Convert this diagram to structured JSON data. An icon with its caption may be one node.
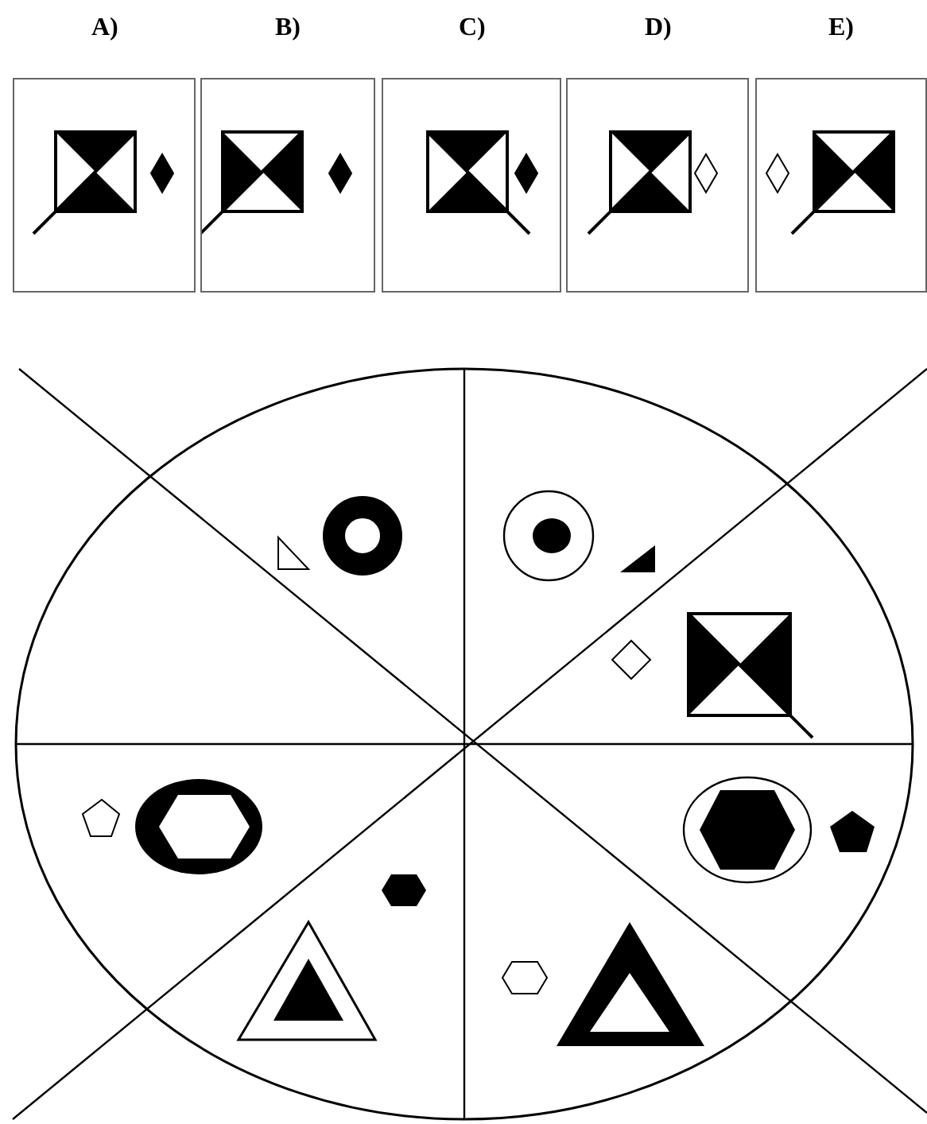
{
  "diagram": {
    "nodes": [
      {
        "text": [
          "A)"
        ]
      },
      {
        "text": [
          "B)"
        ]
      },
      {
        "text": [
          "C)"
        ]
      },
      {
        "text": [
          "D)"
        ]
      },
      {
        "text": [
          "E)"
        ]
      }
    ]
  }
}
